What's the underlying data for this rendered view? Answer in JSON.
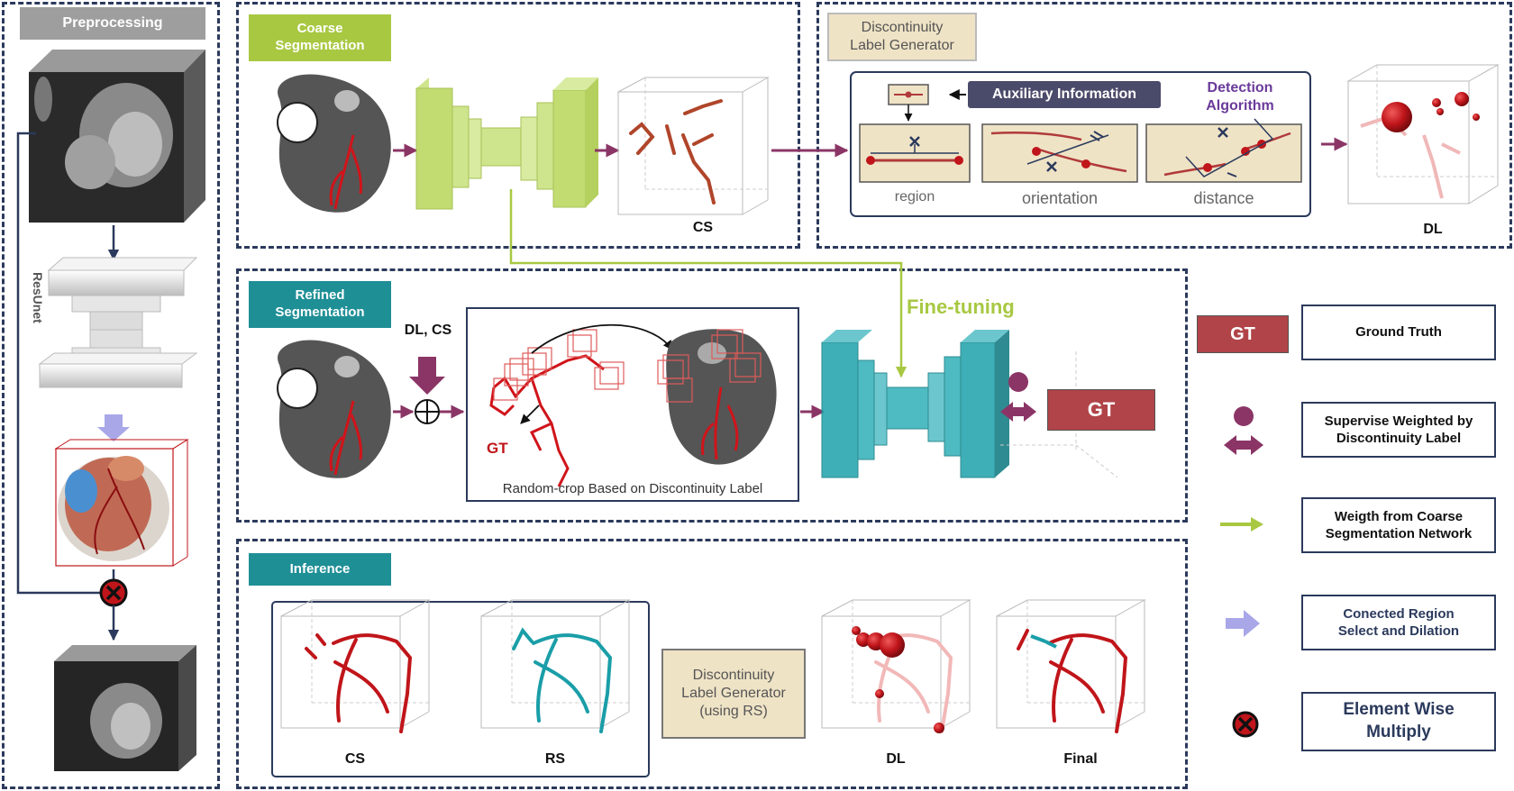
{
  "preprocessing": {
    "title": "Preprocessing",
    "network": "ResUnet"
  },
  "coarse": {
    "title": "Coarse\nSegmentation",
    "output": "CS"
  },
  "dlg": {
    "title": "Discontinuity\nLabel Generator",
    "aux": "Auxiliary Information",
    "detection": "Detection\nAlgorithm",
    "region": "region",
    "orientation": "orientation",
    "distance": "distance",
    "output": "DL"
  },
  "refined": {
    "title": "Refined\nSegmentation",
    "inputs": "DL, CS",
    "gt_small": "GT",
    "crop_caption": "Random-crop Based on Discontinuity Label",
    "finetune": "Fine-tuning",
    "gt": "GT"
  },
  "inference": {
    "title": "Inference",
    "cs": "CS",
    "rs": "RS",
    "dlg": "Discontinuity\nLabel Generator\n(using RS)",
    "dl": "DL",
    "final": "Final"
  },
  "legend": {
    "gt_tag": "GT",
    "items": [
      "Ground Truth",
      "Supervise Weighted by\nDiscontinuity Label",
      "Weigth from Coarse\nSegmentation Network",
      "Conected Region\nSelect and Dilation",
      "Element Wise\nMultiply"
    ]
  },
  "colors": {
    "panel_border": "#2b3a5c",
    "coarse_green": "#a8c842",
    "refined_teal": "#1f8f96",
    "arrow_maroon": "#8b3566",
    "gt_red": "#b04448",
    "vessel_red": "#c0151a",
    "vessel_teal": "#1a9ea8",
    "beige": "#efe3c6",
    "lavender": "#a9a7e8"
  }
}
